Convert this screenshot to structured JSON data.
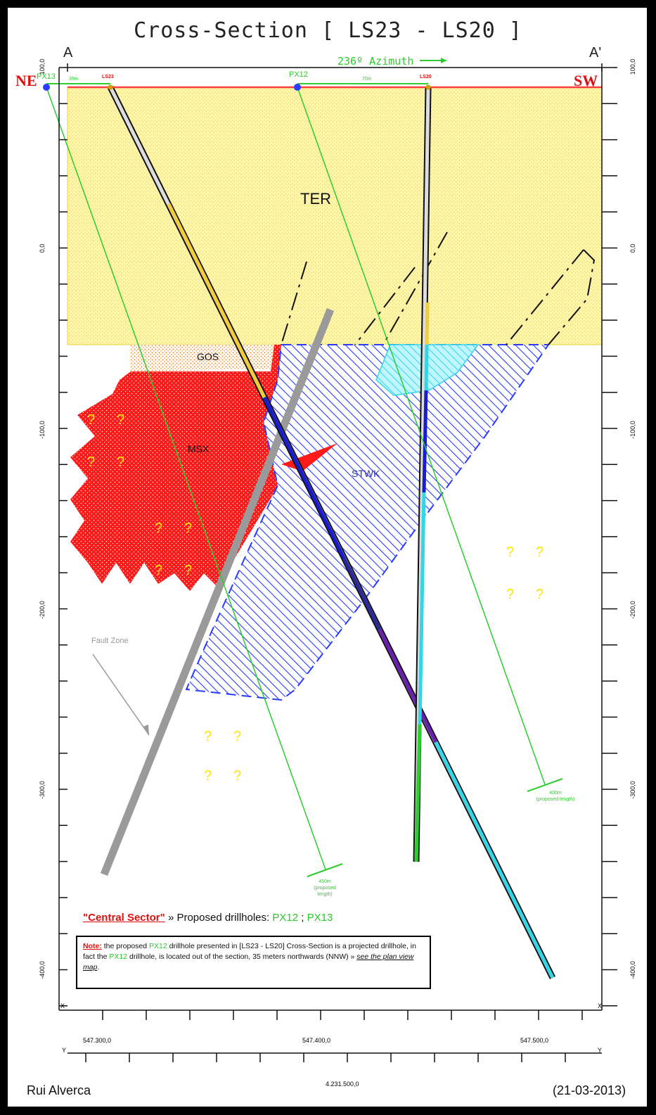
{
  "header": {
    "title": "Cross-Section [ LS23 - LS20 ]",
    "azimuth": "236º Azimuth",
    "section_start": "A",
    "section_end": "A'",
    "direction_left": "NE",
    "direction_right": "SW"
  },
  "collars": {
    "px13": "PX13",
    "px12": "PX12",
    "ls23": "LS23",
    "ls20": "LS20",
    "dist_px13": "39m",
    "dist_px12": "70m"
  },
  "units": {
    "ter": "TER",
    "gos": "GOS",
    "msx": "MSX",
    "stwk": "STWK",
    "fault_zone": "Fault Zone",
    "unknown": "?"
  },
  "proposed": {
    "px13_length": "450m",
    "px12_length": "400m",
    "proposed_label": "(proposed length)"
  },
  "axes": {
    "elevation_labels": [
      "100,0",
      "0,0",
      "-100,0",
      "-200,0",
      "-300,0",
      "-400,0"
    ],
    "easting_labels": [
      "547.300,0",
      "547.400,0",
      "547.500,0"
    ],
    "northing_label": "4.231.500,0",
    "x_marker": "X",
    "y_marker": "Y"
  },
  "legend": {
    "central_sector": "\"Central Sector\"",
    "proposed_text": "» Proposed drillholes:",
    "px12": "PX12",
    "sep": ";",
    "px13": "PX13"
  },
  "note": {
    "label": "Note:",
    "t1": "the proposed",
    "px12a": "PX12",
    "t2": "drillhole presented in [LS23 - LS20] Cross-Section is a projected drillhole, in fact the",
    "px12b": "PX12",
    "t3": "drillhole, is located out of the section, 35 meters northwards (NNW) »",
    "link": "see the plan view map",
    "t4": "."
  },
  "footer": {
    "author": "Rui Alverca",
    "date": "(21-03-2013)"
  },
  "colors": {
    "ter": "#fff6a8",
    "msx": "#ff1a1a",
    "stwk": "#2a3cff",
    "green": "#2ecc2e",
    "cyan": "#33d6e6",
    "fault": "#9a9a9a"
  }
}
